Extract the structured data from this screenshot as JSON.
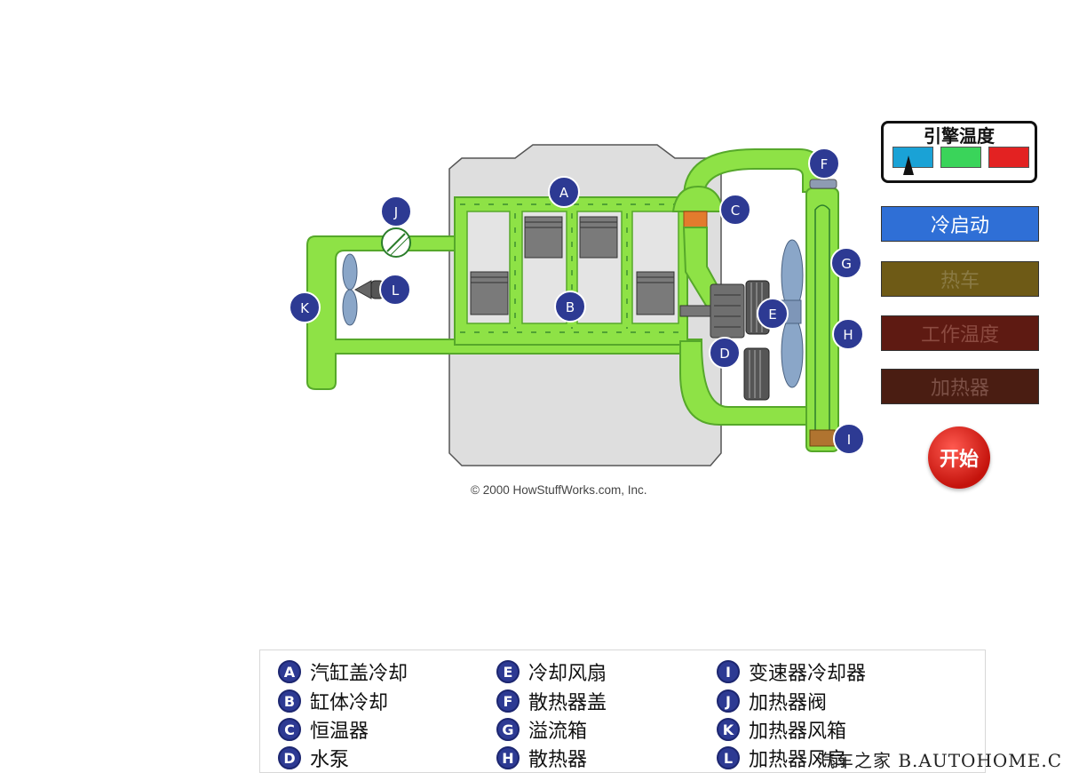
{
  "copyright": "© 2000 HowStuffWorks.com, Inc.",
  "callouts": {
    "A": "A",
    "B": "B",
    "C": "C",
    "D": "D",
    "E": "E",
    "F": "F",
    "G": "G",
    "H": "H",
    "I": "I",
    "J": "J",
    "K": "K",
    "L": "L"
  },
  "gauge": {
    "title": "引擎温度",
    "colors": {
      "cold": "#1aa2d6",
      "normal": "#3ad45a",
      "hot": "#e32222"
    }
  },
  "modes": [
    {
      "label": "冷启动",
      "bg": "#2f6fd6",
      "fg": "#ffffff"
    },
    {
      "label": "热车",
      "bg": "#6e5a16",
      "fg": "#8a7a44"
    },
    {
      "label": "工作温度",
      "bg": "#5e1a12",
      "fg": "#8b4a40"
    },
    {
      "label": "加热器",
      "bg": "#4a1d12",
      "fg": "#7c5046"
    }
  ],
  "start_button": "开始",
  "legend": [
    {
      "letter": "A",
      "label": "汽缸盖冷却"
    },
    {
      "letter": "B",
      "label": "缸体冷却"
    },
    {
      "letter": "C",
      "label": "恒温器"
    },
    {
      "letter": "D",
      "label": "水泵"
    },
    {
      "letter": "E",
      "label": "冷却风扇"
    },
    {
      "letter": "F",
      "label": "散热器盖"
    },
    {
      "letter": "G",
      "label": "溢流箱"
    },
    {
      "letter": "H",
      "label": "散热器"
    },
    {
      "letter": "I",
      "label": "变速器冷却器"
    },
    {
      "letter": "J",
      "label": "加热器阀"
    },
    {
      "letter": "K",
      "label": "加热器风箱"
    },
    {
      "letter": "L",
      "label": "加热器风扇"
    }
  ],
  "watermark": "汽车之家 B.AUTOHOME.C"
}
